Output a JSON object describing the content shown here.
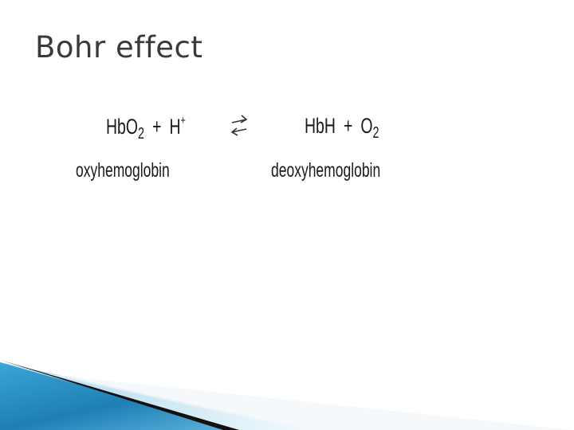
{
  "slide": {
    "title": "Bohr effect",
    "equation": {
      "left": {
        "hb": "HbO",
        "hb_sub": "2",
        "plus": "+",
        "h": "H",
        "h_sup": "+"
      },
      "arrow_icon": "equilibrium-arrows-icon",
      "right": {
        "hbh": "HbH",
        "plus": "+",
        "o": "O",
        "o_sub": "2"
      }
    },
    "labels": {
      "left": "oxyhemoglobin",
      "right": "deoxyhemoglobin"
    },
    "colors": {
      "accent_blue": "#2b8fc4",
      "accent_light": "#8fd0ef",
      "dark": "#111111"
    }
  }
}
